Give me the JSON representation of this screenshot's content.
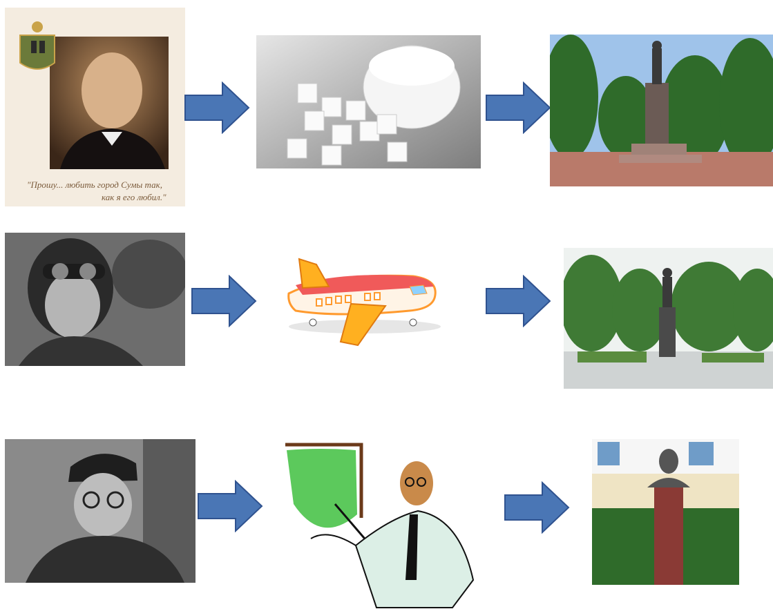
{
  "slide": {
    "background": "#ffffff",
    "arrow_color": "#4a76b5",
    "arrow_outline": "#2f528f"
  },
  "rows": [
    {
      "portrait": {
        "icon": "portrait-bald-man-with-crest",
        "caption_line1": "\"Прошу... любить город Сумы так,",
        "caption_line2": "как я его любил.\""
      },
      "middle": {
        "icon": "sugar-bowl-and-cubes"
      },
      "monument": {
        "icon": "statue-on-pedestal-in-square"
      }
    },
    {
      "portrait": {
        "icon": "pilot-in-leather-helmet"
      },
      "middle": {
        "icon": "cartoon-airplane"
      },
      "monument": {
        "icon": "pilot-statue-in-park"
      }
    },
    {
      "portrait": {
        "icon": "man-with-glasses-and-cap"
      },
      "middle": {
        "icon": "teacher-at-blackboard"
      },
      "monument": {
        "icon": "bust-on-pedestal"
      }
    }
  ]
}
